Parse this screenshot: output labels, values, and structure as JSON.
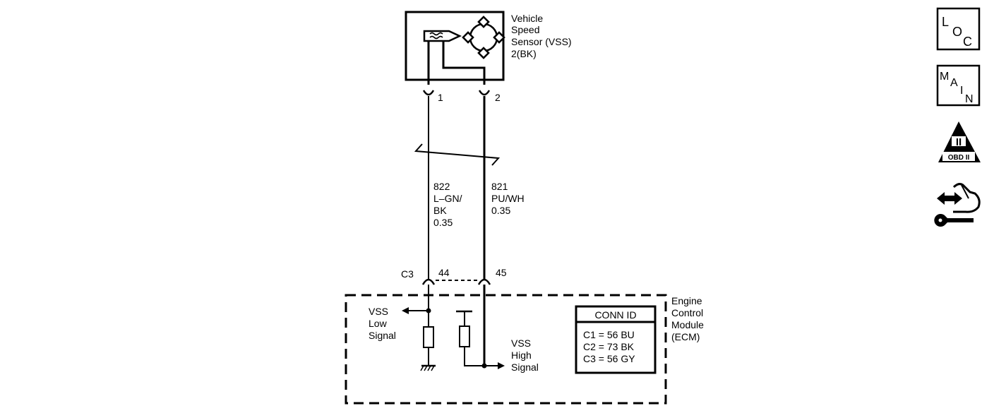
{
  "sensor": {
    "name_lines": [
      "Vehicle",
      "Speed",
      "Sensor (VSS)",
      "2(BK)"
    ],
    "pin_1": "1",
    "pin_2": "2"
  },
  "wires": {
    "low": {
      "circuit": "822",
      "color_lines": [
        "L–GN/",
        "BK"
      ],
      "gauge": "0.35"
    },
    "high": {
      "circuit": "821",
      "color_lines": [
        "PU/WH"
      ],
      "gauge": "0.35"
    }
  },
  "ecm": {
    "connector": "C3",
    "pin_low": "44",
    "pin_high": "45",
    "name_lines": [
      "Engine",
      "Control",
      "Module",
      "(ECM)"
    ],
    "low_signal_lines": [
      "VSS",
      "Low",
      "Signal"
    ],
    "high_signal_lines": [
      "VSS",
      "High",
      "Signal"
    ]
  },
  "conn_id": {
    "title": "CONN ID",
    "rows": [
      "C1 = 56 BU",
      "C2 = 73 BK",
      "C3 = 56 GY"
    ]
  },
  "nav": {
    "loc": {
      "letters": [
        "L",
        "O",
        "C"
      ]
    },
    "main": {
      "letters": [
        "M",
        "A",
        "I",
        "N"
      ]
    },
    "obd": {
      "numeral": "II",
      "label": "OBD II"
    }
  }
}
